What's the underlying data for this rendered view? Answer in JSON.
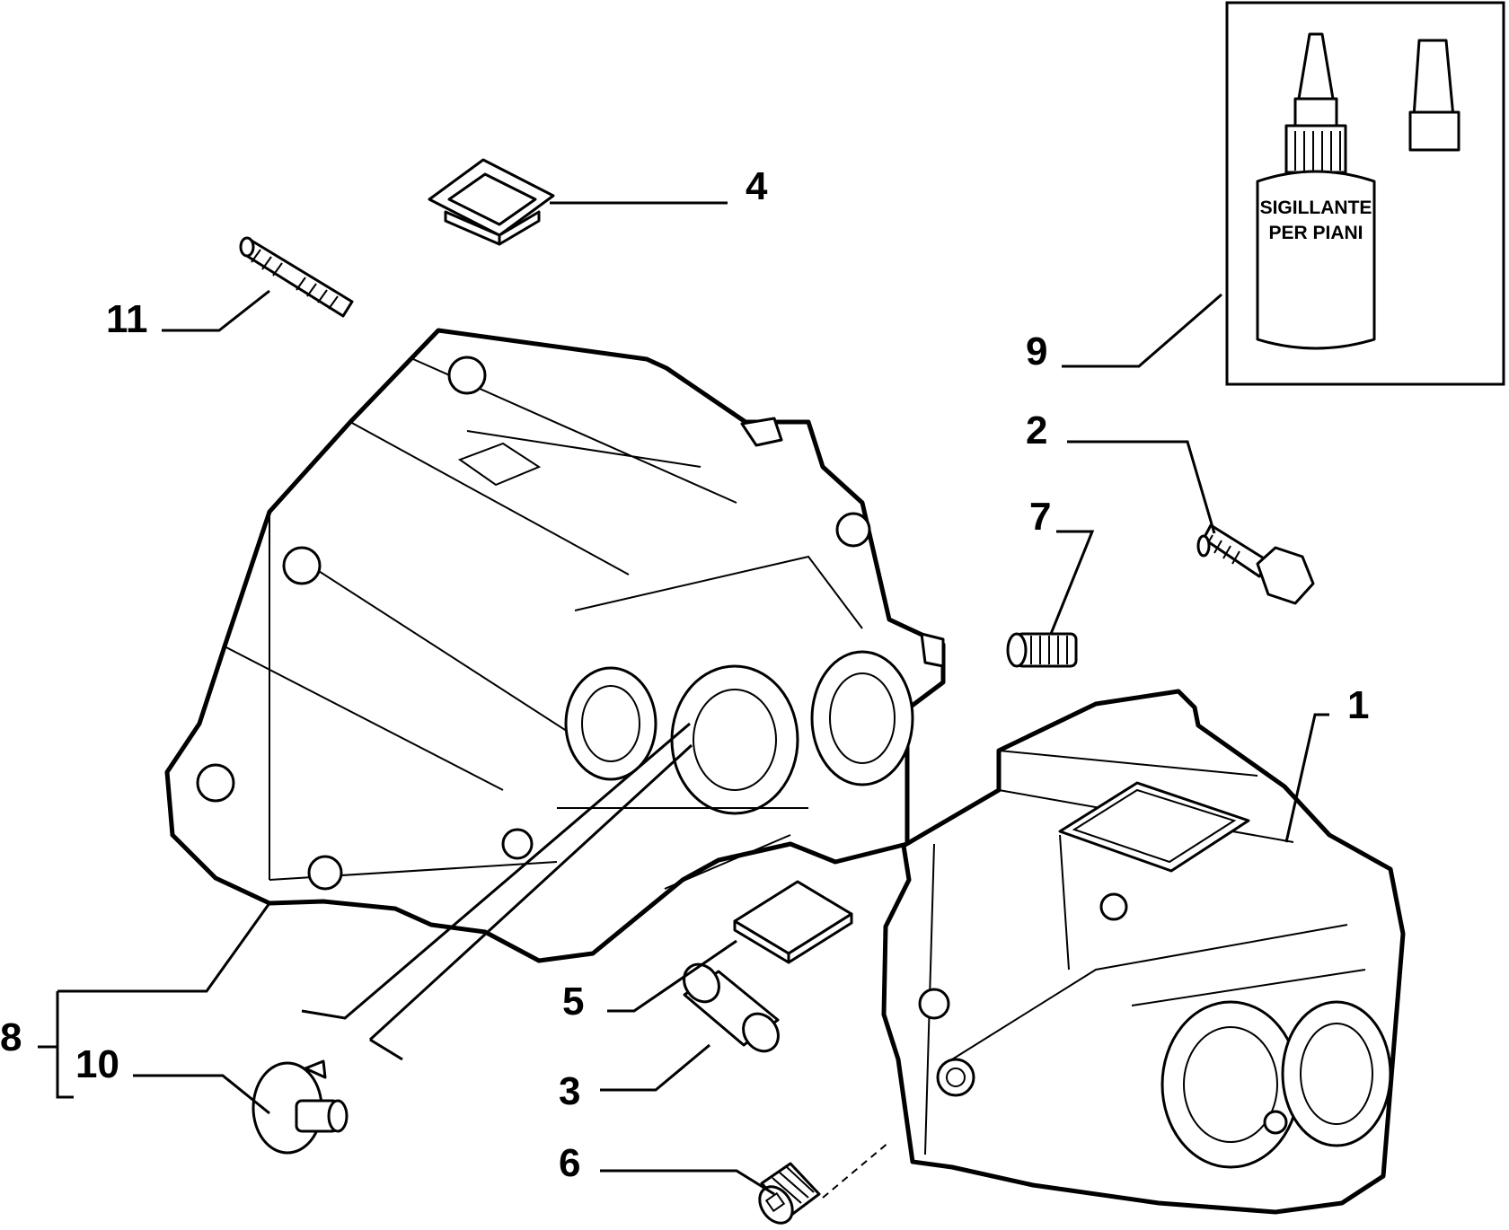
{
  "labels": {
    "p1": "1",
    "p2": "2",
    "p3": "3",
    "p4": "4",
    "p5": "5",
    "p6": "6",
    "p7": "7",
    "p8": "8",
    "p9": "9",
    "p10": "10",
    "p11": "11"
  },
  "bottle_text": {
    "line1": "SIGILLANTE",
    "line2": "PER PIANI"
  }
}
